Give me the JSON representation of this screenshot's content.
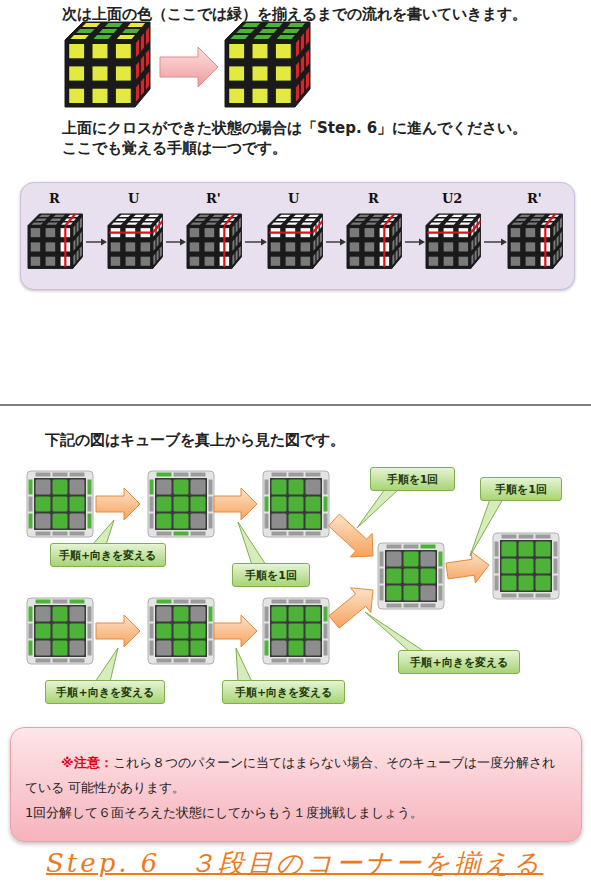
{
  "diagram": {
    "nodes": [
      {
        "text": [
          "R",
          "U",
          "R'",
          "U",
          "R",
          "U2",
          "R'"
        ]
      },
      {
        "text": [
          "手順を1回"
        ]
      },
      {
        "text": [
          "手順を1回"
        ]
      },
      {
        "text": [
          "手順+向きを変える"
        ]
      },
      {
        "text": [
          "手順を1回"
        ]
      },
      {
        "text": [
          "手順+向きを変える"
        ]
      },
      {
        "text": [
          "手順+向きを変える"
        ]
      },
      {
        "text": [
          "手順+向きを変える"
        ]
      },
      {
        "text": [
          "※注意：",
          "これら８つのパターンに当てはまらない場合、そのキューブは一度分解されている 可能性があります。",
          "1回分解して６面そろえた状態にしてからもう１度挑戦しましょう。"
        ]
      }
    ],
    "labels": [
      "次は上面の色（ここでは緑）を揃えるまでの流れを書いていきます。",
      "上面にクロスができた状態の場合は「Step. 6」に進んでください。",
      "ここでも覚える手順は一つです。",
      "下記の図はキューブを真上から見た図です。",
      "Step. 6　３段目のコーナーを揃える"
    ]
  }
}
